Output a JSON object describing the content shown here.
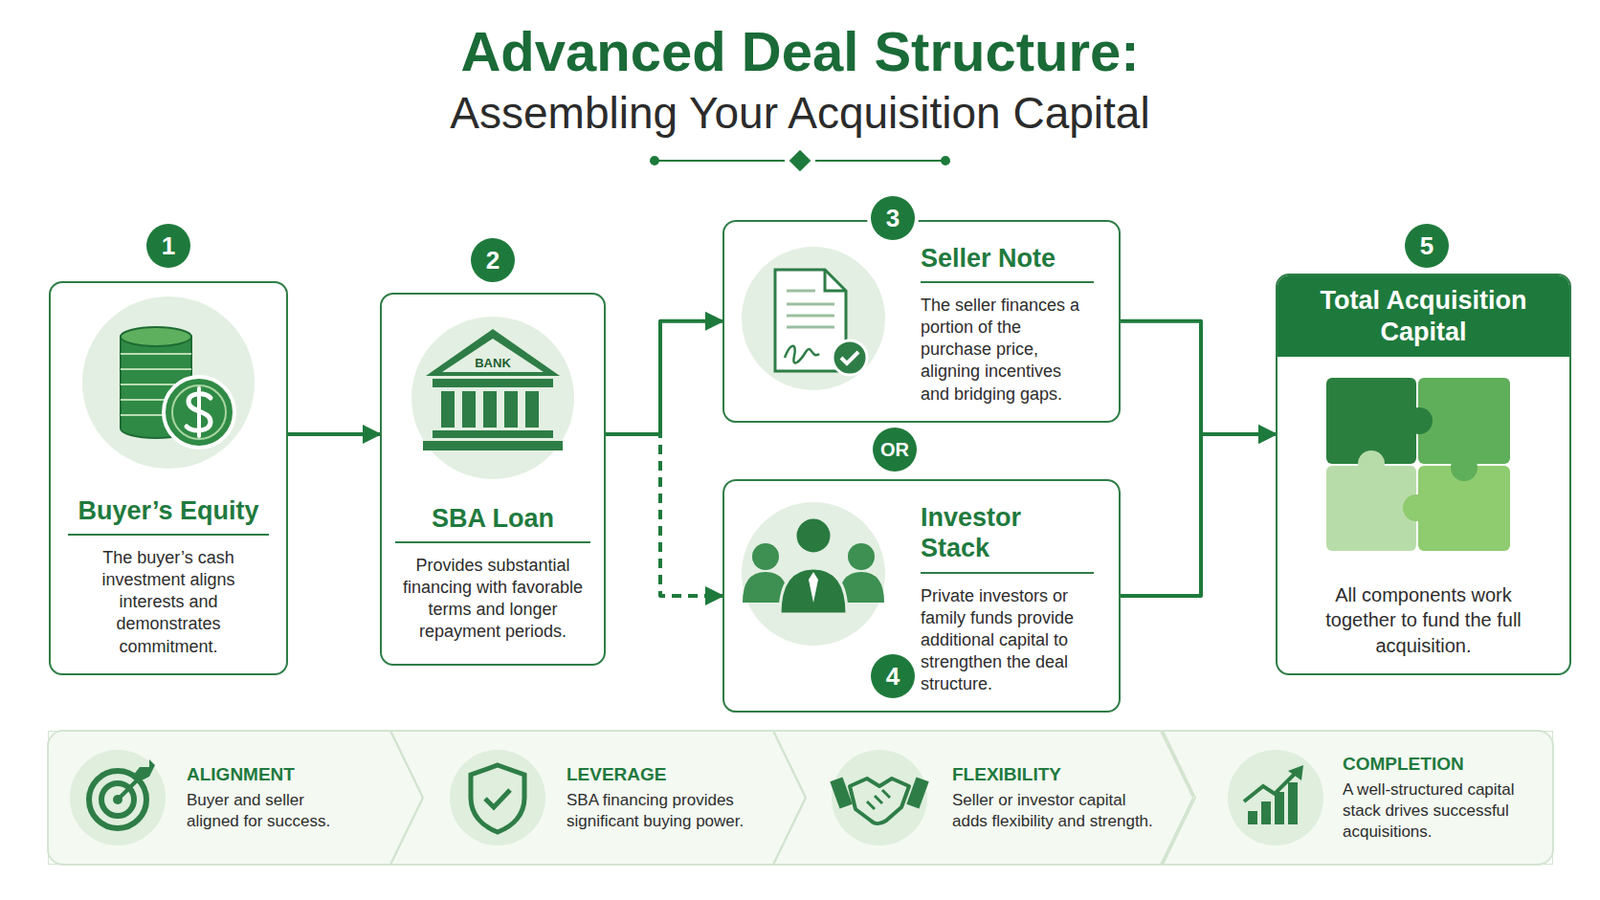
{
  "diagram": {
    "title": "Advanced Deal Structure:",
    "nodes": [
      {
        "text": [
          "Buyer’s Equity",
          "The buyer’s cash investment aligns interests and demonstrates commitment."
        ]
      },
      {
        "text": [
          "SBA Loan",
          "Provides substantial financing with favorable terms and longer repayment periods."
        ]
      },
      {
        "text": [
          "Seller Note",
          "The seller finances a portion of the purchase price, aligning incentives and bridging gaps."
        ]
      },
      {
        "text": [
          "OR"
        ]
      },
      {
        "text": [
          "Investor Stack",
          "Private investors or family funds provide additional capital to strengthen the deal structure."
        ]
      },
      {
        "text": [
          "Total Acquisition Capital",
          "All components work together to fund the full acquisition."
        ]
      },
      {
        "text": [
          "ALIGNMENT",
          "Buyer and seller aligned for success."
        ]
      },
      {
        "text": [
          "LEVERAGE",
          "SBA financing provides significant buying power."
        ]
      },
      {
        "text": [
          "FLEXIBILITY",
          "Seller or investor capital adds flexibility and strength."
        ]
      },
      {
        "text": [
          "COMPLETION",
          "A well-structured capital stack drives successful acquisitions."
        ]
      }
    ],
    "edges": [
      {
        "from": 0,
        "to": 1,
        "arrow": "to"
      },
      {
        "from": 1,
        "to": 2,
        "arrow": "to"
      },
      {
        "from": 1,
        "to": 4,
        "arrow": "to"
      },
      {
        "from": 2,
        "to": 5,
        "arrow": "to"
      },
      {
        "from": 4,
        "to": 5,
        "arrow": "to"
      }
    ],
    "labels": [
      "Assembling Your Acquisition Capital",
      "1",
      "2",
      "BANK",
      "3",
      "4",
      "5"
    ]
  }
}
